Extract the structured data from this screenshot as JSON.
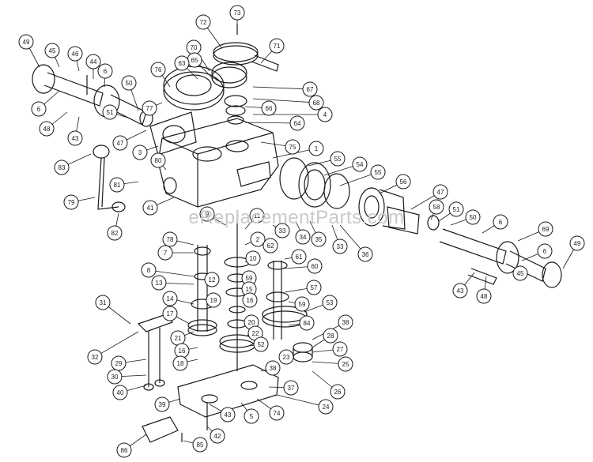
{
  "watermark": "eReplacementParts.com",
  "callouts": [
    {
      "id": "c73",
      "label": "73"
    },
    {
      "id": "c72",
      "label": "72"
    },
    {
      "id": "c71",
      "label": "71"
    },
    {
      "id": "c70",
      "label": "70"
    },
    {
      "id": "c65",
      "label": "65"
    },
    {
      "id": "c76",
      "label": "76"
    },
    {
      "id": "c63",
      "label": "63"
    },
    {
      "id": "c67",
      "label": "67"
    },
    {
      "id": "c77",
      "label": "77"
    },
    {
      "id": "c68",
      "label": "68"
    },
    {
      "id": "c66",
      "label": "66"
    },
    {
      "id": "c4a",
      "label": "4"
    },
    {
      "id": "c64",
      "label": "64"
    },
    {
      "id": "c75",
      "label": "75"
    },
    {
      "id": "c1",
      "label": "1"
    },
    {
      "id": "c49a",
      "label": "49"
    },
    {
      "id": "c45a",
      "label": "45"
    },
    {
      "id": "c46",
      "label": "46"
    },
    {
      "id": "c44",
      "label": "44"
    },
    {
      "id": "c6a",
      "label": "6"
    },
    {
      "id": "c50a",
      "label": "50"
    },
    {
      "id": "c6b",
      "label": "6"
    },
    {
      "id": "c51a",
      "label": "51"
    },
    {
      "id": "c48a",
      "label": "48"
    },
    {
      "id": "c43a",
      "label": "43"
    },
    {
      "id": "c47a",
      "label": "47"
    },
    {
      "id": "c3",
      "label": "3"
    },
    {
      "id": "c83",
      "label": "83"
    },
    {
      "id": "c80",
      "label": "80"
    },
    {
      "id": "c81",
      "label": "81"
    },
    {
      "id": "c79",
      "label": "79"
    },
    {
      "id": "c82",
      "label": "82"
    },
    {
      "id": "c41a",
      "label": "41"
    },
    {
      "id": "c55a",
      "label": "55"
    },
    {
      "id": "c54",
      "label": "54"
    },
    {
      "id": "c55b",
      "label": "55"
    },
    {
      "id": "c56",
      "label": "56"
    },
    {
      "id": "c47b",
      "label": "47"
    },
    {
      "id": "c58",
      "label": "58"
    },
    {
      "id": "c51b",
      "label": "51"
    },
    {
      "id": "c50b",
      "label": "50"
    },
    {
      "id": "c6c",
      "label": "6"
    },
    {
      "id": "c69",
      "label": "69"
    },
    {
      "id": "c49b",
      "label": "49"
    },
    {
      "id": "c6d",
      "label": "6"
    },
    {
      "id": "c45b",
      "label": "45"
    },
    {
      "id": "c43b",
      "label": "43"
    },
    {
      "id": "c48b",
      "label": "48"
    },
    {
      "id": "c9",
      "label": "9"
    },
    {
      "id": "c11a",
      "label": "11"
    },
    {
      "id": "c33a",
      "label": "33"
    },
    {
      "id": "c34",
      "label": "34"
    },
    {
      "id": "c35",
      "label": "35"
    },
    {
      "id": "c33b",
      "label": "33"
    },
    {
      "id": "c36",
      "label": "36"
    },
    {
      "id": "c78",
      "label": "78"
    },
    {
      "id": "c7",
      "label": "7"
    },
    {
      "id": "c2",
      "label": "2"
    },
    {
      "id": "c62",
      "label": "62"
    },
    {
      "id": "c10",
      "label": "10"
    },
    {
      "id": "c61",
      "label": "61"
    },
    {
      "id": "c60",
      "label": "60"
    },
    {
      "id": "c8",
      "label": "8"
    },
    {
      "id": "c59a",
      "label": "59"
    },
    {
      "id": "c13",
      "label": "13"
    },
    {
      "id": "c12",
      "label": "12"
    },
    {
      "id": "c15",
      "label": "15"
    },
    {
      "id": "c57",
      "label": "57"
    },
    {
      "id": "c14",
      "label": "14"
    },
    {
      "id": "c16",
      "label": "16"
    },
    {
      "id": "c59b",
      "label": "59"
    },
    {
      "id": "c53",
      "label": "53"
    },
    {
      "id": "c31",
      "label": "31"
    },
    {
      "id": "c19",
      "label": "19"
    },
    {
      "id": "c17",
      "label": "17"
    },
    {
      "id": "c20",
      "label": "20"
    },
    {
      "id": "c84",
      "label": "84"
    },
    {
      "id": "c38a",
      "label": "38"
    },
    {
      "id": "c21",
      "label": "21"
    },
    {
      "id": "c22",
      "label": "22"
    },
    {
      "id": "c28",
      "label": "28"
    },
    {
      "id": "c52",
      "label": "52"
    },
    {
      "id": "c27",
      "label": "27"
    },
    {
      "id": "c32",
      "label": "32"
    },
    {
      "id": "c16b",
      "label": "16"
    },
    {
      "id": "c23",
      "label": "23"
    },
    {
      "id": "c29",
      "label": "29"
    },
    {
      "id": "c18",
      "label": "18"
    },
    {
      "id": "c25",
      "label": "25"
    },
    {
      "id": "c30",
      "label": "30"
    },
    {
      "id": "c38b",
      "label": "38"
    },
    {
      "id": "c40",
      "label": "40"
    },
    {
      "id": "c37",
      "label": "37"
    },
    {
      "id": "c26",
      "label": "26"
    },
    {
      "id": "c39",
      "label": "39"
    },
    {
      "id": "c24",
      "label": "24"
    },
    {
      "id": "c43c",
      "label": "43"
    },
    {
      "id": "c5",
      "label": "5"
    },
    {
      "id": "c74",
      "label": "74"
    },
    {
      "id": "c42",
      "label": "42"
    },
    {
      "id": "c86",
      "label": "86"
    },
    {
      "id": "c85",
      "label": "85"
    }
  ]
}
